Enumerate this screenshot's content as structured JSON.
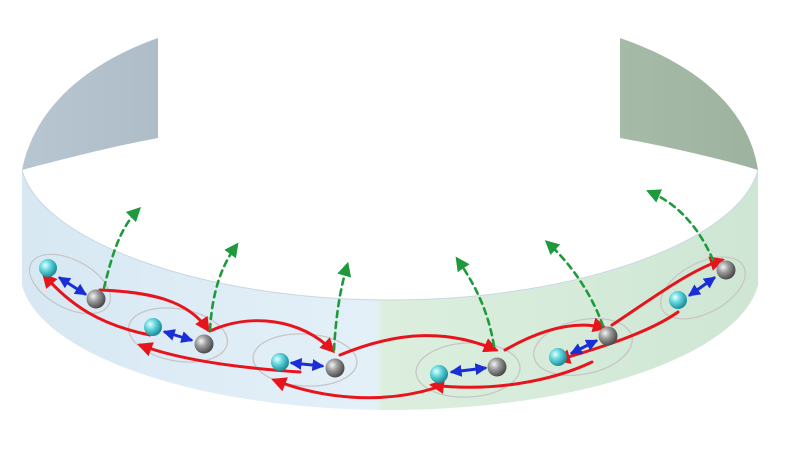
{
  "diagram": {
    "type": "illustration",
    "description_free": true,
    "colors": {
      "band_left_fill": "#dbeaf4",
      "band_right_fill": "#d8ebdc",
      "back_wall_left": "#b4c3cd",
      "back_wall_right": "#a8bca9",
      "ring_outline": "#c9c9c9",
      "atom_cyan": "#5fd3dc",
      "atom_gray": "#8a8a8a",
      "transfer_arrow": "#e8141c",
      "bond_arrow": "#1a2ed6",
      "emission_arrow": "#1e9a3c"
    },
    "pair_count": 6,
    "icons": [
      "cyan-atom",
      "gray-atom",
      "double-headed-arrow",
      "curved-arrow",
      "dashed-arrow"
    ]
  }
}
